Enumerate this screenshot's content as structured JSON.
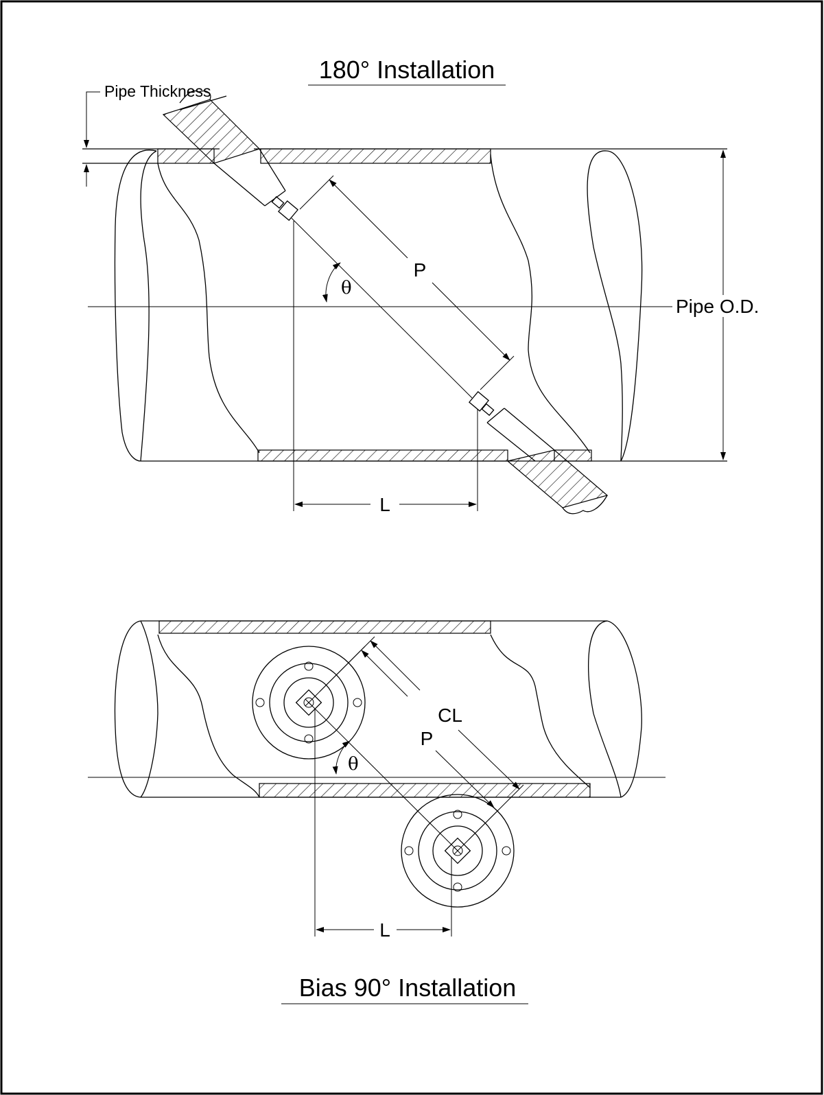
{
  "diagram": {
    "top_title": "180° Installation",
    "bottom_title": "Bias 90° Installation",
    "labels": {
      "pipe_thickness": "Pipe Thickness",
      "pipe_od": "Pipe O.D.",
      "p_top": "P",
      "l_top": "L",
      "theta_top": "θ",
      "cl": "CL",
      "p_bottom": "P",
      "l_bottom": "L",
      "theta_bottom": "θ"
    }
  }
}
